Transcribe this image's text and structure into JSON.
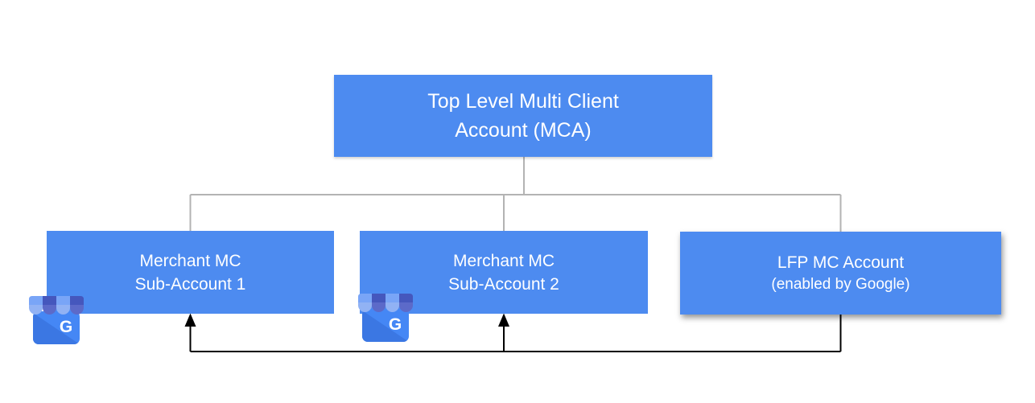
{
  "colors": {
    "box_blue": "#4d8bf0",
    "text_white": "#ffffff",
    "connector_gray": "#b3b3b3",
    "connector_black": "#000000",
    "icon_body_blue": "#4587f5",
    "icon_body_shade": "#3b77e3",
    "icon_awning_light": "#79a5f7",
    "icon_awning_light_cap": "#91b2f4",
    "icon_awning_dark": "#4557bd",
    "icon_awning_dark_cap": "#5c6ac9"
  },
  "nodes": {
    "mca": {
      "line1": "Top Level Multi Client",
      "line2": "Account (MCA)"
    },
    "sub1": {
      "line1": "Merchant MC",
      "line2": "Sub-Account 1"
    },
    "sub2": {
      "line1": "Merchant MC",
      "line2": "Sub-Account 2"
    },
    "lfp": {
      "line1": "LFP MC Account",
      "line2": "(enabled by Google)"
    }
  },
  "icons": {
    "business_profile_letter": "G"
  },
  "edges": {
    "hierarchy": [
      "Top Level Multi Client Account (MCA) -> Merchant MC Sub-Account 1",
      "Top Level Multi Client Account (MCA) -> Merchant MC Sub-Account 2",
      "Top Level Multi Client Account (MCA) -> LFP MC Account (enabled by Google)"
    ],
    "arrows": [
      "LFP MC Account (enabled by Google) -> Merchant MC Sub-Account 1",
      "LFP MC Account (enabled by Google) -> Merchant MC Sub-Account 2"
    ]
  }
}
